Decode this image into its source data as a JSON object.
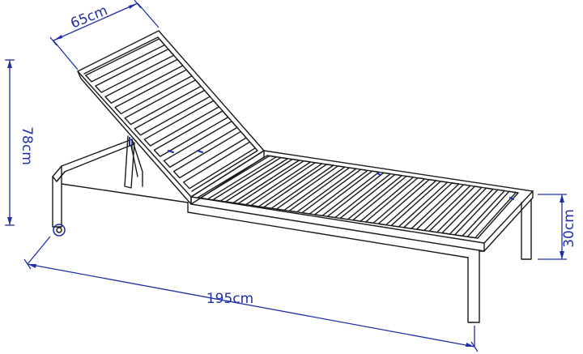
{
  "dimensions": {
    "width_label": "65cm",
    "height_label": "78cm",
    "seat_height_label": "30cm",
    "length_label": "195cm"
  },
  "colors": {
    "dimension_blue": "#1f2fa8",
    "line_black": "#1a1a1a",
    "background": "#ffffff"
  }
}
